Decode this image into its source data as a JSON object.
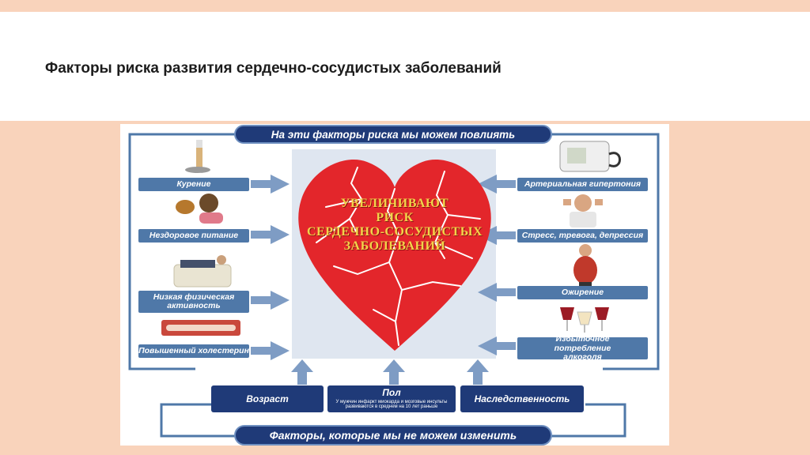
{
  "title": "Факторы риска развития сердечно-сосудистых заболеваний",
  "diagram": {
    "top_banner": "На эти факторы риска мы можем повлиять",
    "bottom_banner": "Факторы, которые мы не можем изменить",
    "heart_text": [
      "УВЕЛИЧИВАЮТ",
      "РИСК",
      "СЕРДЕЧНО-СОСУДИСТЫХ",
      "ЗАБОЛЕВАНИЙ"
    ],
    "left_factors": [
      "Курение",
      "Нездоровое питание",
      "Низкая физическая активность",
      "Повышенный холестерин"
    ],
    "right_factors": [
      "Артериальная гипертония",
      "Стресс, тревога, депрессия",
      "Ожирение",
      "Избыточное потребление алкоголя"
    ],
    "fixed_factors": {
      "age": "Возраст",
      "sex": "Пол",
      "sex_note": "У мужчин инфаркт миокарда и мозговые инсульты развиваются в среднем на 10 лет раньше",
      "heredity": "Наследственность"
    }
  },
  "colors": {
    "frame": "#4f78a8",
    "navy": "#1f3a78",
    "heart": "#e3262b",
    "heart_text": "#f2d34a",
    "panel": "#dfe6f0"
  },
  "icons": [
    "cigarette-icon",
    "burger-eating-icon",
    "couch-person-icon",
    "artery-icon",
    "tonometer-icon",
    "stressed-man-icon",
    "obese-man-icon",
    "wine-glasses-icon"
  ]
}
